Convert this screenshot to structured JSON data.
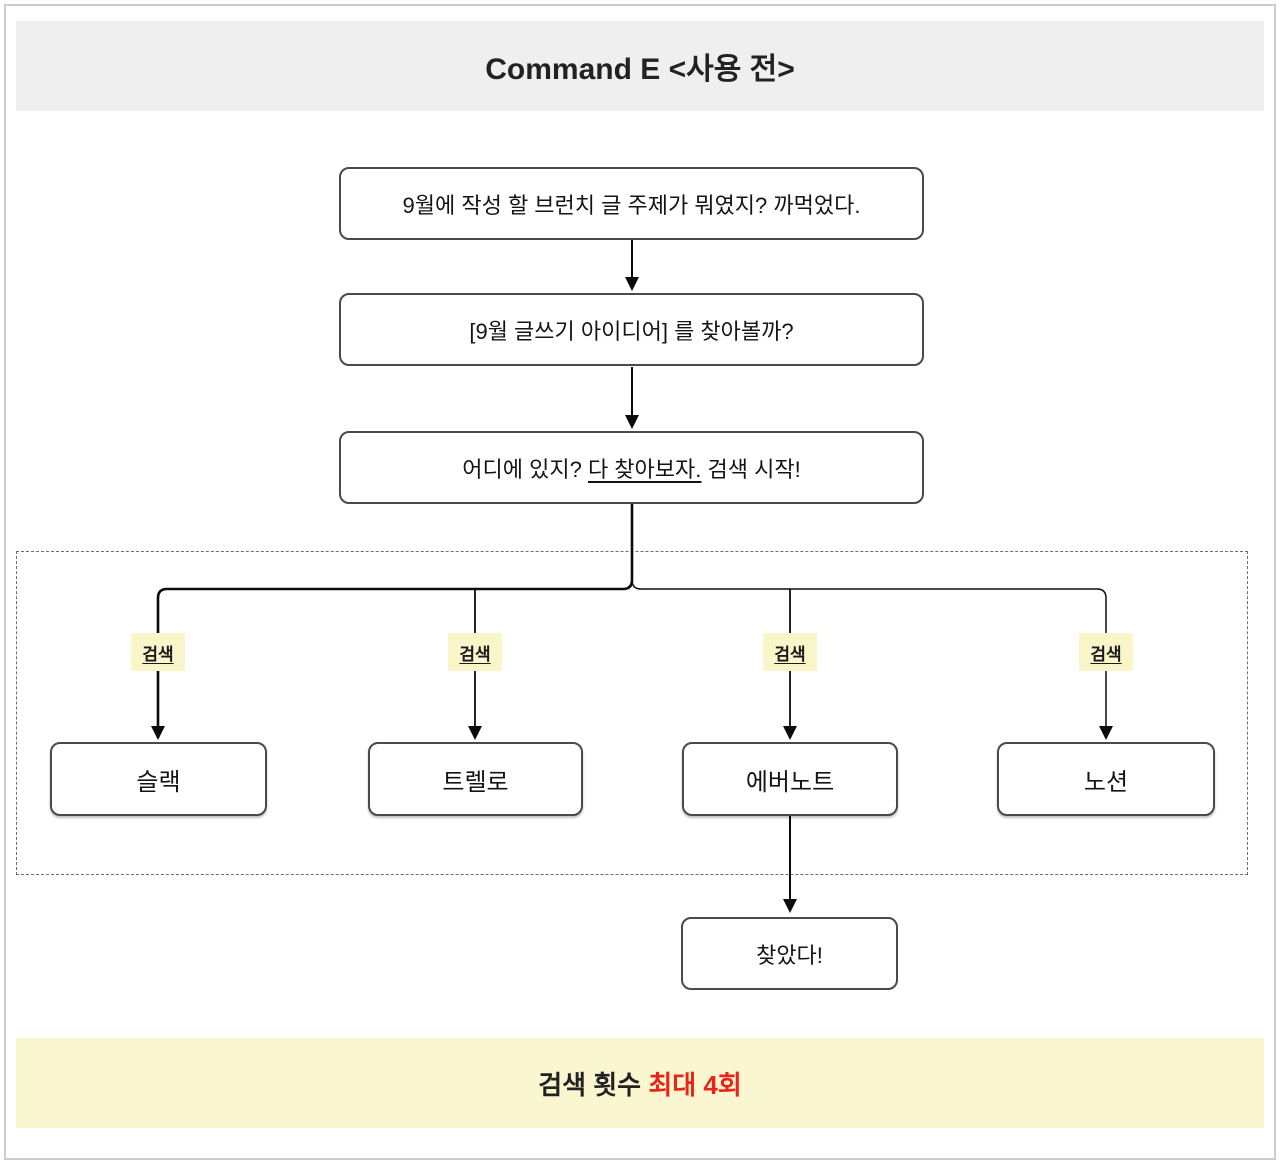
{
  "title": "Command E <사용 전>",
  "flow": {
    "step1": "9월에 작성 할 브런치 글 주제가 뭐였지? 까먹었다.",
    "step2": "[9월 글쓰기 아이디어] 를 찾아볼까?",
    "step3": {
      "prefix": "어디에 있지? ",
      "underlined": "다 찾아보자.",
      "suffix": " 검색 시작!"
    },
    "search_label": "검색",
    "branches": [
      "슬랙",
      "트렐로",
      "에버노트",
      "노션"
    ],
    "result": "찾았다!"
  },
  "footer": {
    "label": "검색 횟수 ",
    "highlight": "최대 4회"
  },
  "colors": {
    "title_bar_gray": "#efefef",
    "banner_yellow": "#faf7d0",
    "tag_yellow": "#faf6c9",
    "highlight_red": "#e8241c",
    "line_black": "#0b0b0b",
    "box_border": "#4a4a4a"
  }
}
